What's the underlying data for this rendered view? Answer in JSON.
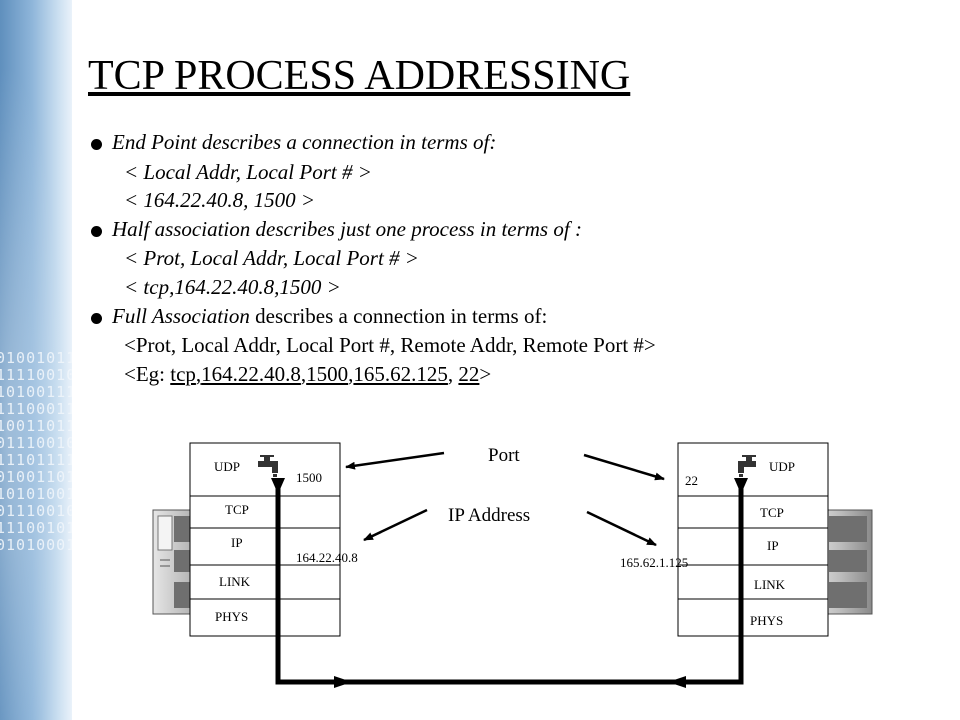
{
  "title": "TCP PROCESS ADDRESSING",
  "bullets": {
    "b1": {
      "lead": "End Point describes a connection in terms of:",
      "line1": "< Local Addr, Local Port # >",
      "line2": "< 164.22.40.8, 1500 >"
    },
    "b2": {
      "lead": "Half association describes just one process in terms of :",
      "line1": "< Prot, Local Addr, Local Port # >",
      "line2": "< tcp,164.22.40.8,1500 >"
    },
    "b3": {
      "lead_italic": "Full Association",
      "lead_rest": " describes  a connection in terms of:",
      "line1": "<Prot, Local Addr, Local Port #, Remote Addr, Remote Port #>",
      "eg_prefix": "<Eg: ",
      "eg_prot": "tcp",
      "eg_sep1": ",",
      "eg_laddr": "164.22.40.8",
      "eg_sep2": ",",
      "eg_lport": "1500",
      "eg_sep3": ",",
      "eg_raddr": "165.62.125",
      "eg_sep4": ", ",
      "eg_rport": "22",
      "eg_suffix": ">"
    }
  },
  "diagram": {
    "left_stack": {
      "layers": [
        "UDP",
        "TCP",
        "IP",
        "LINK",
        "PHYS"
      ],
      "port": "1500",
      "ip": "164.22.40.8"
    },
    "right_stack": {
      "layers": [
        "UDP",
        "TCP",
        "IP",
        "LINK",
        "PHYS"
      ],
      "port": "22",
      "ip": "165.62.1.125"
    },
    "label_port": "Port",
    "label_ip": "IP Address",
    "icons": [
      "faucet-icon",
      "server-icon"
    ]
  }
}
